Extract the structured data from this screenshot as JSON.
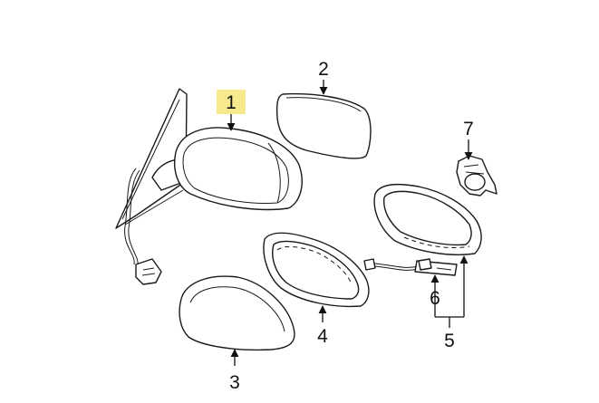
{
  "callouts": [
    {
      "id": "1",
      "label": "1",
      "highlighted": true
    },
    {
      "id": "2",
      "label": "2"
    },
    {
      "id": "3",
      "label": "3"
    },
    {
      "id": "4",
      "label": "4"
    },
    {
      "id": "5",
      "label": "5"
    },
    {
      "id": "6",
      "label": "6"
    },
    {
      "id": "7",
      "label": "7"
    }
  ],
  "highlight_color": "#f7e98e"
}
